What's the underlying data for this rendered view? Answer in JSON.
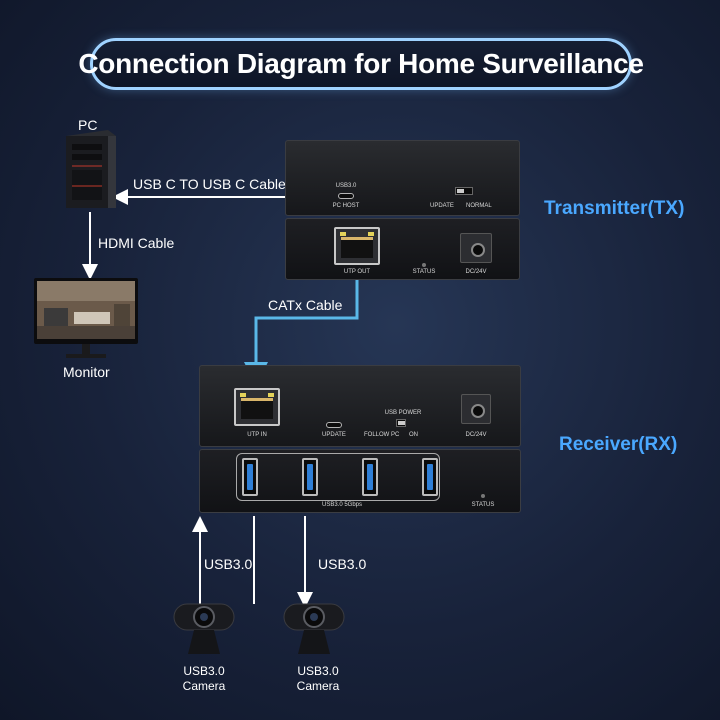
{
  "title": "Connection Diagram for Home Surveillance",
  "devices": {
    "pc_label": "PC",
    "monitor_label": "Monitor",
    "transmitter_label": "Transmitter(TX)",
    "receiver_label": "Receiver(RX)",
    "camera_label_line1": "USB3.0",
    "camera_label_line2": "Camera"
  },
  "cables": {
    "usb_c": "USB C TO USB C Cable",
    "hdmi": "HDMI Cable",
    "catx": "CATx Cable",
    "usb3_left": "USB3.0",
    "usb3_right": "USB3.0"
  },
  "tx_panel": {
    "usb_port": "USB3.0",
    "pc_host": "PC HOST",
    "update": "UPDATE",
    "normal": "NORMAL",
    "utp_out": "UTP OUT",
    "status": "STATUS",
    "dc": "DC/24V"
  },
  "rx_panel": {
    "utp_in": "UTP IN",
    "update": "UPDATE",
    "usb_power": "USB POWER",
    "follow_pc": "FOLLOW PC",
    "on": "ON",
    "dc": "DC/24V",
    "usb_speed": "USB3.0 5Gbps",
    "status": "STATUS"
  },
  "colors": {
    "accent_blue": "#4aa8ff",
    "cable_blue": "#5ab8e8",
    "title_border": "#9fd2ff",
    "arrow_white": "#ffffff"
  }
}
